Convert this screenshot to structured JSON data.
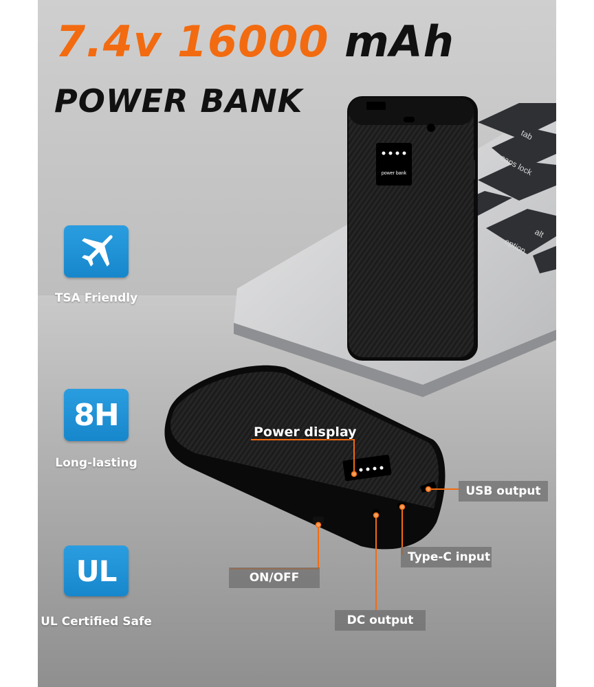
{
  "headline": {
    "spec_voltage_capacity": "7.4v 16000",
    "spec_unit": "mAh",
    "product_type": "POWER BANK"
  },
  "features": [
    {
      "icon": "airplane-icon",
      "label": "TSA Friendly"
    },
    {
      "icon_text": "8H",
      "label": "Long-lasting"
    },
    {
      "icon_text": "UL",
      "label": "UL Certified Safe"
    }
  ],
  "device": {
    "display_text": "power bank"
  },
  "callouts": {
    "power_display": "Power  display",
    "usb_output": "USB output",
    "type_c_input": "Type-C input",
    "on_off": "ON/OFF",
    "dc_output": "DC output"
  },
  "laptop_keys": [
    "tab",
    "caps lock",
    "option",
    "alt"
  ],
  "colors": {
    "accent": "#f26b10",
    "tile_blue": "#1f93d8",
    "callout_bg": "#6e6e6e",
    "device_black": "#141414"
  }
}
